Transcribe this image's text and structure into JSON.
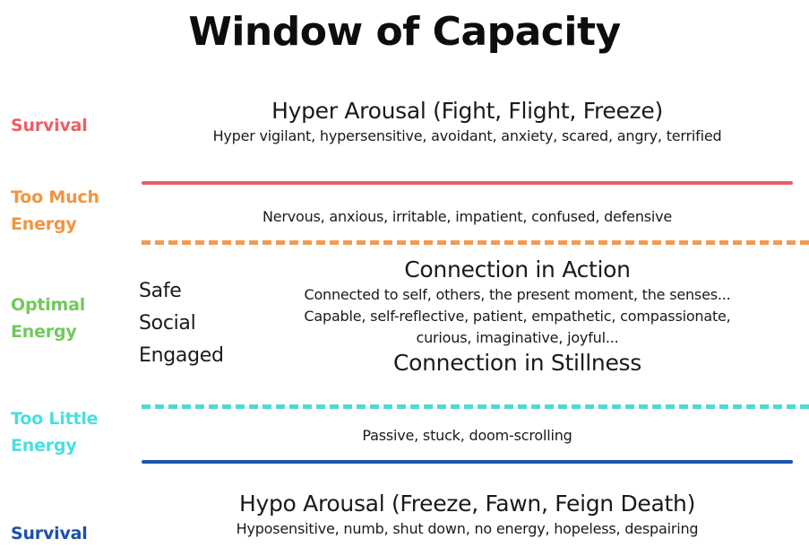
{
  "title": "Window of Capacity",
  "colors": {
    "survival_top": "#ee5f62",
    "too_much": "#f0953f",
    "optimal": "#72c85b",
    "too_little": "#49dfe0",
    "survival_bottom": "#1d4fad",
    "line_red": "#ec5e5e",
    "line_orange": "#f29a52",
    "line_cyan": "#4fd9d4",
    "line_blue": "#1b56ae",
    "text": "#1a1a1a"
  },
  "zone_labels": {
    "survival_top": "Survival",
    "too_much_energy_line1": "Too Much",
    "too_much_energy_line2": "Energy",
    "optimal_energy_line1": "Optimal",
    "optimal_energy_line2": "Energy",
    "too_little_energy_line1": "Too Little",
    "too_little_energy_line2": "Energy",
    "survival_bottom": "Survival"
  },
  "bands": {
    "hyper_arousal": {
      "heading": "Hyper Arousal (Fight, Flight, Freeze)",
      "description": "Hyper vigilant, hypersensitive, avoidant, anxiety, scared, angry, terrified"
    },
    "too_much_energy": {
      "description": "Nervous, anxious, irritable, impatient, confused, defensive"
    },
    "optimal": {
      "heading_top": "Connection in Action",
      "description_line1": "Connected to self, others, the present moment, the senses...",
      "description_line2": "Capable, self-reflective, patient, empathetic, compassionate,",
      "description_line3": "curious, imaginative, joyful...",
      "heading_bottom": "Connection in Stillness",
      "state_words": [
        "Safe",
        "Social",
        "Engaged"
      ]
    },
    "too_little_energy": {
      "description": "Passive, stuck, doom-scrolling"
    },
    "hypo_arousal": {
      "heading": "Hypo Arousal (Freeze, Fawn, Feign Death)",
      "description": "Hyposensitive, numb, shut down, no energy, hopeless, despairing"
    }
  },
  "chart_data": {
    "type": "diagram",
    "title": "Window of Capacity",
    "zones": [
      {
        "name": "Survival (Hyper)",
        "label_color": "#ee5f62",
        "heading": "Hyper Arousal (Fight, Flight, Freeze)",
        "description": "Hyper vigilant, hypersensitive, avoidant, anxiety, scared, angry, terrified",
        "boundary_below": {
          "style": "solid",
          "color": "#ec5e5e"
        }
      },
      {
        "name": "Too Much Energy",
        "label_color": "#f0953f",
        "description": "Nervous, anxious, irritable, impatient, confused, defensive",
        "boundary_below": {
          "style": "dashed",
          "color": "#f29a52"
        }
      },
      {
        "name": "Optimal Energy",
        "label_color": "#72c85b",
        "heading_top": "Connection in Action",
        "heading_bottom": "Connection in Stillness",
        "description": "Connected to self, others, the present moment, the senses... Capable, self-reflective, patient, empathetic, compassionate, curious, imaginative, joyful...",
        "state_words": [
          "Safe",
          "Social",
          "Engaged"
        ],
        "boundary_below": {
          "style": "dashed",
          "color": "#4fd9d4"
        }
      },
      {
        "name": "Too Little Energy",
        "label_color": "#49dfe0",
        "description": "Passive, stuck, doom-scrolling",
        "boundary_below": {
          "style": "solid",
          "color": "#1b56ae"
        }
      },
      {
        "name": "Survival (Hypo)",
        "label_color": "#1d4fad",
        "heading": "Hypo Arousal (Freeze, Fawn, Feign Death)",
        "description": "Hyposensitive, numb, shut down, no energy, hopeless, despairing"
      }
    ]
  }
}
